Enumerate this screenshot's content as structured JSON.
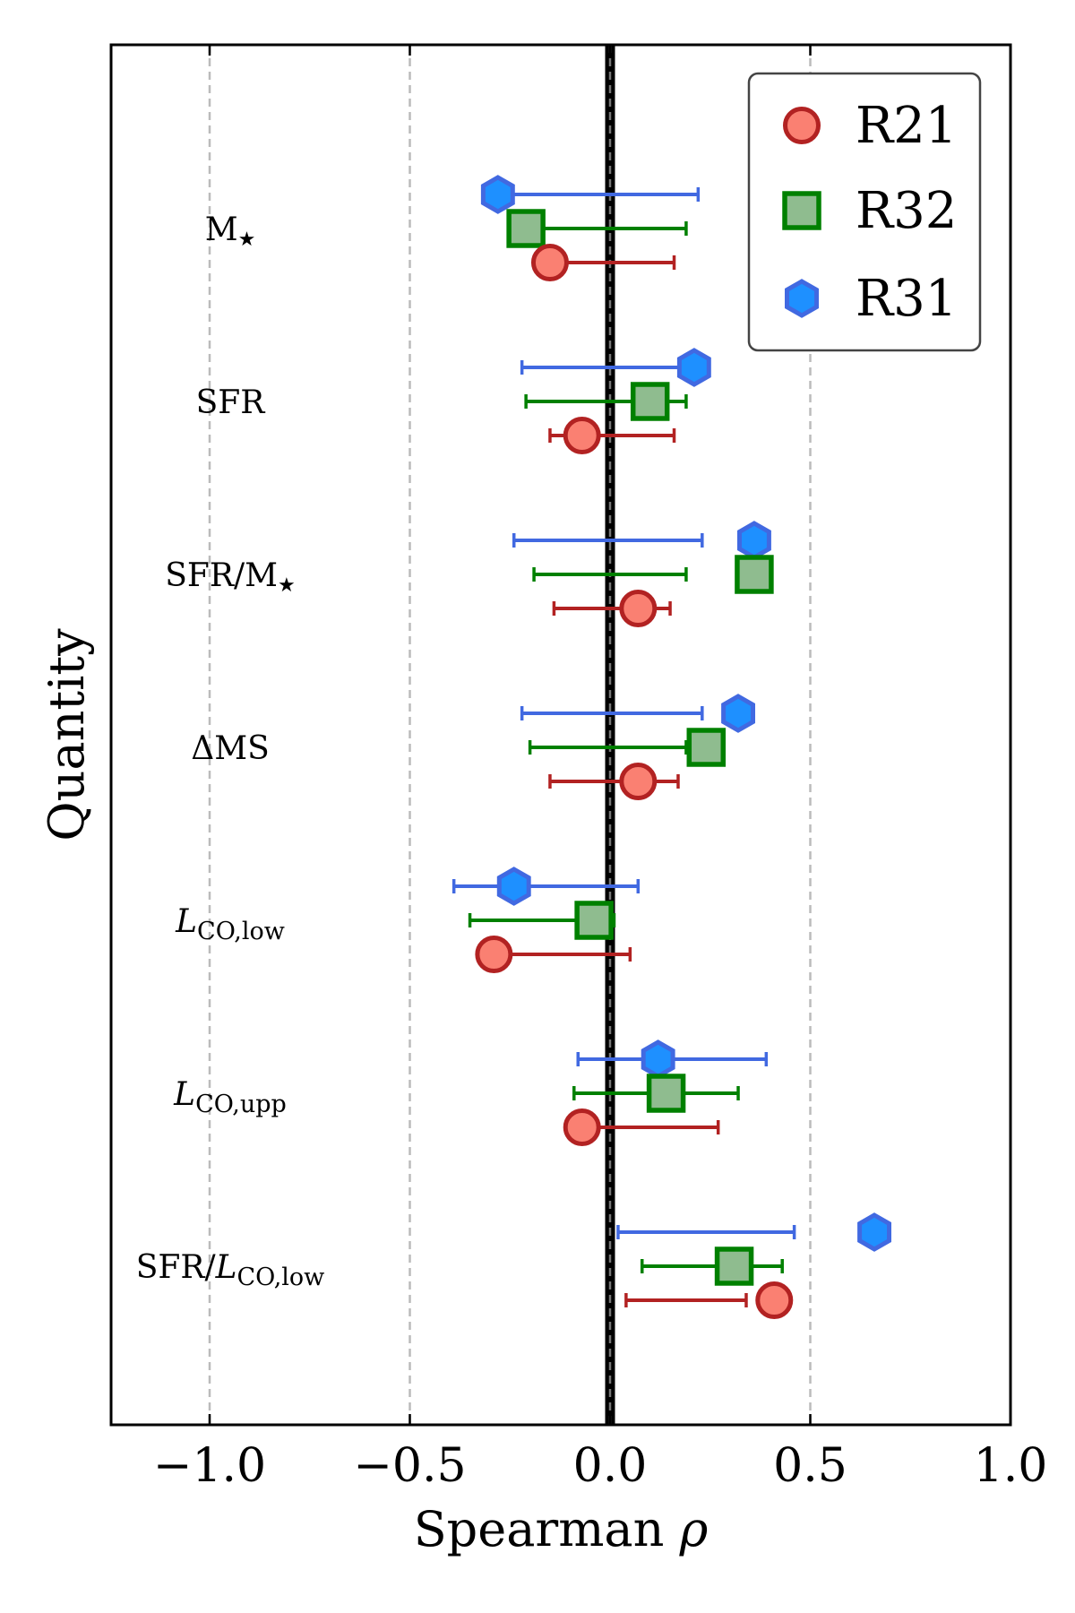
{
  "chart_data": {
    "type": "scatter",
    "xlabel": "Spearman",
    "xlabel_symbol": "ρ",
    "ylabel": "Quantity",
    "xlim": [
      -1.25,
      1.0
    ],
    "xticks": [
      -1.0,
      -0.5,
      0.0,
      0.5,
      1.0
    ],
    "xtick_labels": [
      "−1.0",
      "−0.5",
      "0.0",
      "0.5",
      "1.0"
    ],
    "dashed_gridlines_x": [
      -1.0,
      -0.5,
      0.5
    ],
    "zero_line": 0.0,
    "categories": [
      {
        "main": "M",
        "sub": "★"
      },
      {
        "main": "SFR",
        "sub": ""
      },
      {
        "main": "SFR/M",
        "sub": "★"
      },
      {
        "main": "ΔMS",
        "sub": ""
      },
      {
        "main": "L",
        "sub": "CO,low",
        "italic": true
      },
      {
        "main": "L",
        "sub": "CO,upp",
        "italic": true
      },
      {
        "prefix": "SFR/",
        "main": "L",
        "sub": "CO,low",
        "italic": true
      }
    ],
    "legend_position": "top-right",
    "series": [
      {
        "name": "R21",
        "marker": "circle",
        "color": "#b22222",
        "fill": "#fa8072",
        "rho": [
          -0.15,
          -0.07,
          0.07,
          0.07,
          -0.29,
          -0.07,
          0.41
        ],
        "err_low": [
          -0.15,
          -0.15,
          -0.14,
          -0.15,
          -0.29,
          -0.07,
          0.04
        ],
        "err_high": [
          0.16,
          0.16,
          0.15,
          0.17,
          0.05,
          0.27,
          0.34
        ]
      },
      {
        "name": "R32",
        "marker": "square",
        "color": "#008000",
        "fill": "#8fbc8f",
        "rho": [
          -0.21,
          0.1,
          0.36,
          0.24,
          -0.04,
          0.14,
          0.31
        ],
        "err_low": [
          -0.21,
          -0.21,
          -0.19,
          -0.2,
          -0.35,
          -0.09,
          0.08
        ],
        "err_high": [
          0.19,
          0.19,
          0.19,
          0.19,
          0.01,
          0.32,
          0.43
        ]
      },
      {
        "name": "R31",
        "marker": "hexagon",
        "color": "#4169e1",
        "fill": "#1e90ff",
        "rho": [
          -0.28,
          0.21,
          0.36,
          0.32,
          -0.24,
          0.12,
          0.66
        ],
        "err_low": [
          -0.28,
          -0.22,
          -0.24,
          -0.22,
          -0.39,
          -0.08,
          0.02
        ],
        "err_high": [
          0.22,
          0.21,
          0.23,
          0.23,
          0.07,
          0.39,
          0.46
        ]
      }
    ]
  }
}
